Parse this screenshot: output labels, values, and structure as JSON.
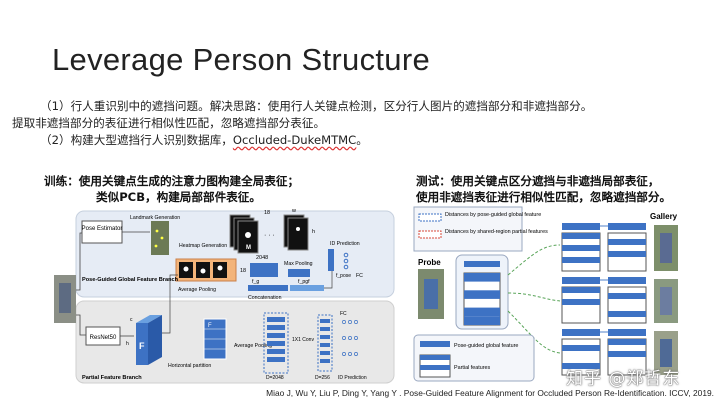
{
  "slide": {
    "title": "Leverage Person Structure",
    "lines": [
      "（1）行人重识别中的遮挡问题。解决思路：使用行人关键点检测，区分行人图片的遮挡部分和非遮挡部分。",
      "提取非遮挡部分的表征进行相似性匹配，忽略遮挡部分表征。",
      "（2）构建大型遮挡行人识别数据库，",
      "Occluded-DukeMTMC",
      "。"
    ],
    "train_heading": [
      "训练：使用关键点生成的注意力图构建全局表征；",
      "类似PCB，构建局部部件表征。"
    ],
    "test_heading": [
      "测试：使用关键点区分遮挡与非遮挡局部表征，",
      "使用非遮挡表征进行相似性匹配，忽略遮挡部分。"
    ],
    "citation": "Miao J, Wu Y, Liu P, Ding Y, Yang Y . Pose-Guided Feature Alignment for Occluded Person Re-Identification. ICCV, 2019.",
    "watermark": "知乎 @郑哲东"
  },
  "left_fig": {
    "pose_estimator": "Pose Estimator",
    "landmark_gen": "Landmark Generation",
    "heatmap_gen": "Heatmap Generation",
    "dim_18": "18",
    "h": "h",
    "w": "w",
    "m_label": "M",
    "dots": "· · ·",
    "n2048": "2048",
    "max_pooling": "Max Pooling",
    "avg_pooling": "Average Pooling",
    "concat": "Concatenation",
    "id_pred": "ID Prediction",
    "fc": "FC",
    "f_pose": "f_pose",
    "f_g": "f_g",
    "f_pgf": "f_pgf",
    "branch_global": "Pose-Guided Global Feature Branch",
    "resnet": "ResNet50",
    "c": "c",
    "F": "F",
    "F1": "F",
    "horiz": "Horizontal partition",
    "avg_pool2": "Average Pooling",
    "conv": "1X1 Conv",
    "d2048": "D=2048",
    "d256": "D=256",
    "id_pred2": "ID Prediction",
    "fc2": "FC",
    "branch_partial": "Partial Feature Branch"
  },
  "right_fig": {
    "legend1": "Distances by pose-guided global feature",
    "legend2": "Distances by shared-region partial features",
    "probe": "Probe",
    "gallery": "Gallery",
    "leg_global": "Pose-guided global feature",
    "leg_partial": "Partial features"
  },
  "colors": {
    "accent_blue": "#3d72c4",
    "dark_blue": "#1f4e9e",
    "light_blue": "#c9dcf2",
    "branch_bg": "#e9e9e9",
    "orange": "#f3b47a",
    "red_dash": "#d94a3a",
    "green": "#5aa55a"
  }
}
